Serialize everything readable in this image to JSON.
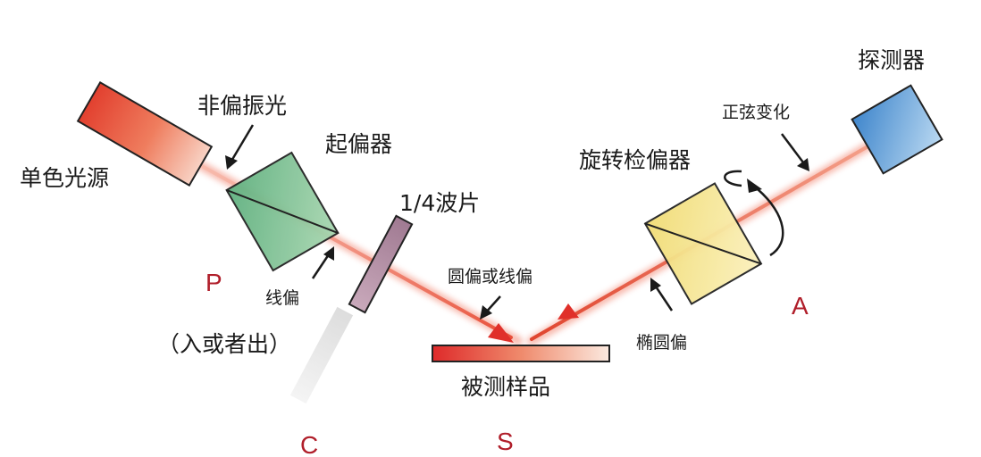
{
  "labels": {
    "source": "单色光源",
    "unpolarized": "非偏振光",
    "polarizer": "起偏器",
    "quarter_wave": "1/4波片",
    "linear_pol": "线偏",
    "in_or_out": "（入或者出）",
    "circular_or_linear": "圆偏或线偏",
    "sample": "被测样品",
    "elliptical": "椭圆偏",
    "rotating_analyzer": "旋转检偏器",
    "sine_change": "正弦变化",
    "detector": "探测器"
  },
  "letters": {
    "p": "P",
    "c": "C",
    "s": "S",
    "a": "A"
  },
  "colors": {
    "beam": "#e8503a",
    "letter": "#b01e2a",
    "polarizer_fill": "#6dba8a",
    "waveplate_fill": "#b48aa0",
    "analyzer_fill": "#f6e79a",
    "detector_fill": "#5b9ed8",
    "source_fill": "#e2402f"
  }
}
